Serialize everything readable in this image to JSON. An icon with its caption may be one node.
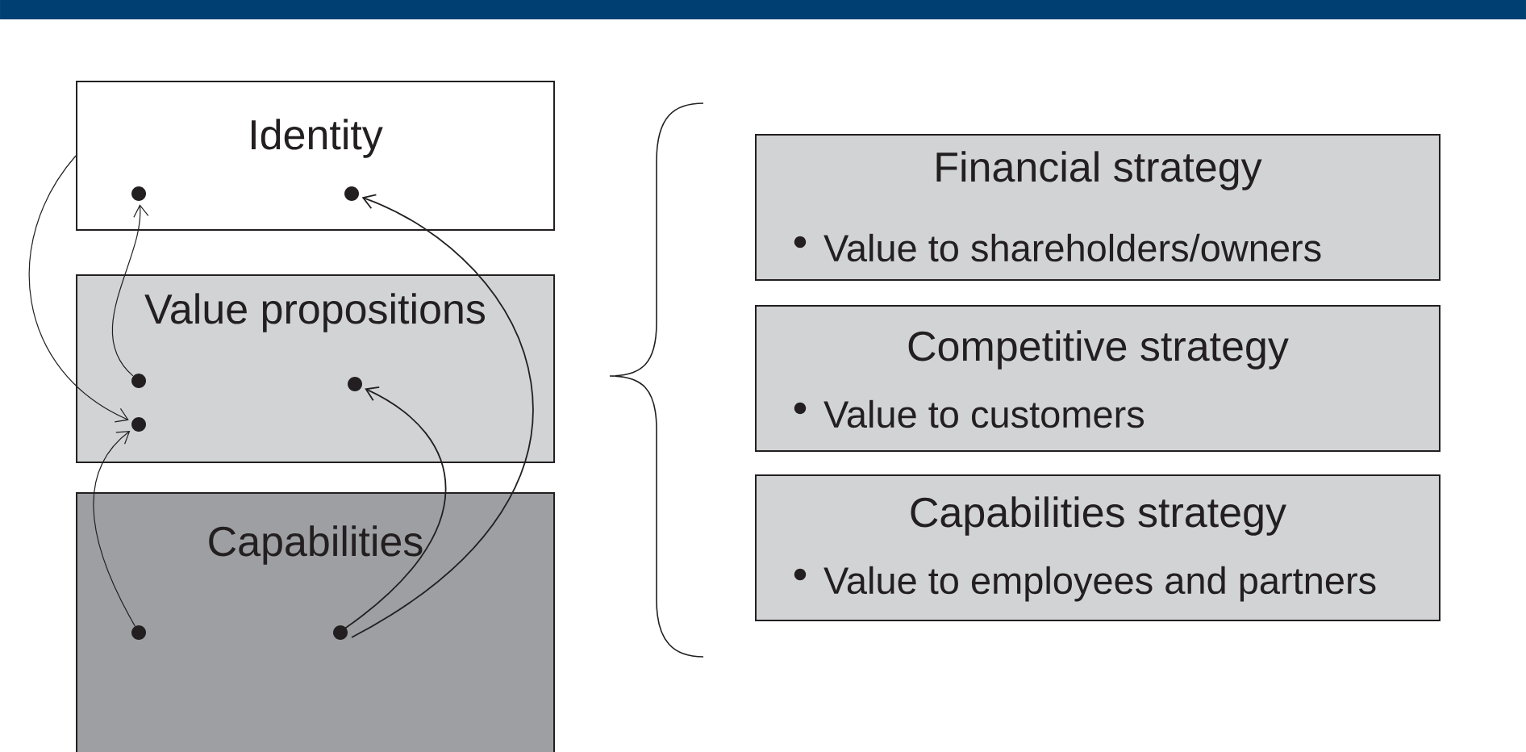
{
  "diagram": {
    "nodes": [
      {
        "text": [
          "Identity"
        ]
      },
      {
        "text": [
          "Value propositions"
        ]
      },
      {
        "text": [
          "Capabilities"
        ]
      },
      {
        "text": [
          "Financial strategy",
          "Value to shareholders/owners"
        ]
      },
      {
        "text": [
          "Competitive strategy",
          "Value to customers"
        ]
      },
      {
        "text": [
          "Capabilities strategy",
          "Value to employees and partners"
        ]
      },
      {
        "text": [],
        "shape": "circle",
        "in": 0
      },
      {
        "text": [],
        "shape": "circle",
        "in": 0
      },
      {
        "text": [],
        "shape": "circle",
        "in": 1
      },
      {
        "text": [],
        "shape": "circle",
        "in": 1
      },
      {
        "text": [],
        "shape": "circle",
        "in": 1
      },
      {
        "text": [],
        "shape": "circle",
        "in": 2
      },
      {
        "text": [],
        "shape": "circle",
        "in": 2
      }
    ],
    "edges": [
      {
        "from": 8,
        "to": 6,
        "arrow": "to"
      },
      {
        "from": 0,
        "to": 10,
        "arrow": "to"
      },
      {
        "from": 11,
        "to": 10,
        "arrow": "to"
      },
      {
        "from": 12,
        "to": 9,
        "arrow": "to"
      },
      {
        "from": 12,
        "to": 7,
        "arrow": "to"
      }
    ]
  }
}
